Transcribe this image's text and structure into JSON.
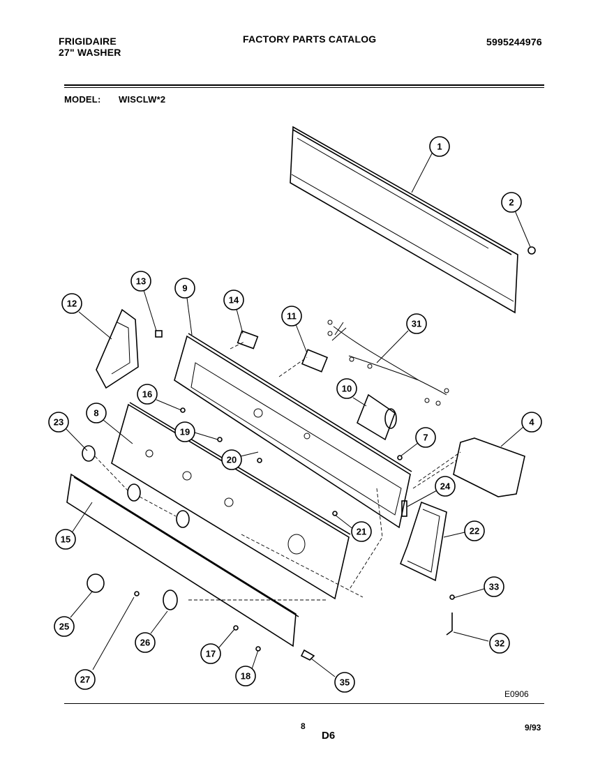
{
  "header": {
    "brand": "FRIGIDAIRE",
    "product": "27\" WASHER",
    "catalog_title": "FACTORY PARTS CATALOG",
    "catalog_number": "5995244976",
    "model_label": "MODEL:",
    "model_value": "WISCLW*2"
  },
  "diagram": {
    "code": "E0906",
    "callouts": [
      "1",
      "2",
      "4",
      "7",
      "8",
      "9",
      "10",
      "11",
      "12",
      "13",
      "14",
      "15",
      "16",
      "17",
      "18",
      "19",
      "20",
      "21",
      "22",
      "23",
      "24",
      "25",
      "26",
      "27",
      "31",
      "32",
      "33",
      "35"
    ]
  },
  "footer": {
    "page": "8",
    "section": "D6",
    "date": "9/93"
  }
}
